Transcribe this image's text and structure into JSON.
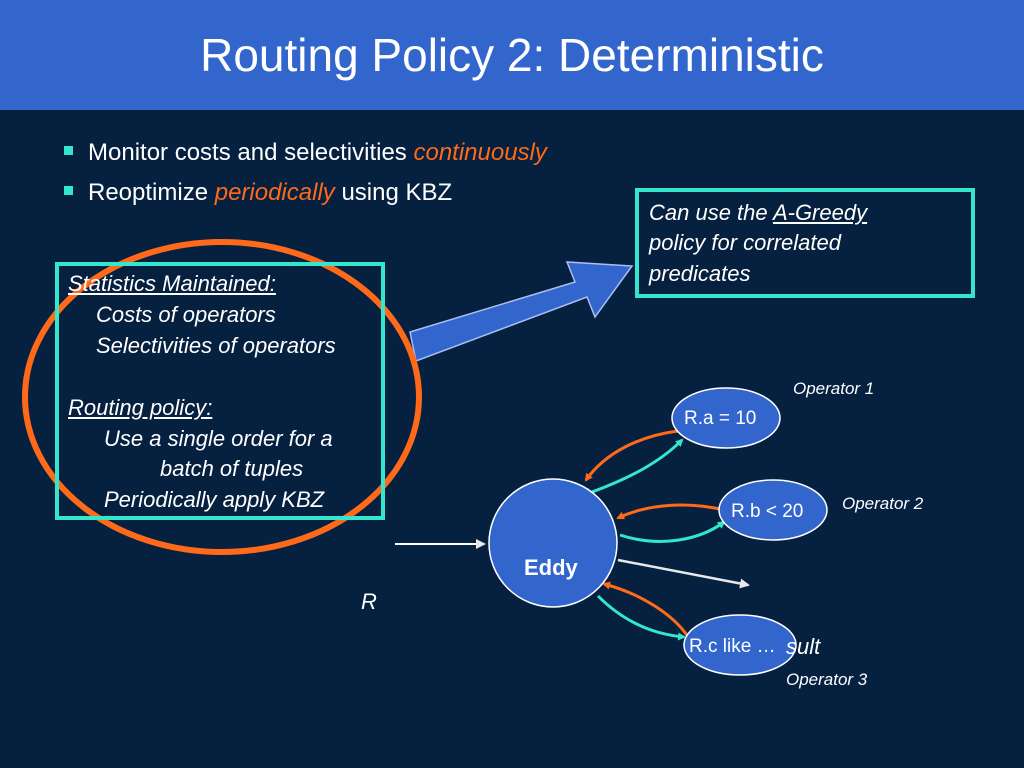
{
  "slide": {
    "title": "Routing Policy 2: Deterministic"
  },
  "bullets": [
    {
      "text": "Monitor costs and selectivities ",
      "emph": "continuously",
      "after": ""
    },
    {
      "text": "Reoptimize ",
      "emph": "periodically",
      "after": " using KBZ"
    }
  ],
  "stats_box": {
    "heading1": "Statistics Maintained:",
    "line1": "Costs of operators",
    "line2": "Selectivities of operators",
    "heading2": "Routing policy:",
    "line3": "Use a single order for a",
    "line4": "batch of tuples",
    "line5": "Periodically apply KBZ"
  },
  "callout": {
    "line1_pre": "Can use the ",
    "line1_link": "A-Greedy",
    "line2": "policy for correlated",
    "line3": "predicates"
  },
  "diagram": {
    "eddy_label": "Eddy",
    "input_label": "R",
    "result_fragment": "sult",
    "operators": [
      {
        "name": "Operator 1",
        "predicate": "R.a = 10"
      },
      {
        "name": "Operator 2",
        "predicate": "R.b < 20"
      },
      {
        "name": "Operator 3",
        "predicate": "R.c like …"
      }
    ]
  },
  "colors": {
    "background": "#062040",
    "header": "#3366cc",
    "accent_teal": "#33e6cc",
    "accent_orange": "#ff6a1a",
    "node_fill": "#3366cc"
  }
}
